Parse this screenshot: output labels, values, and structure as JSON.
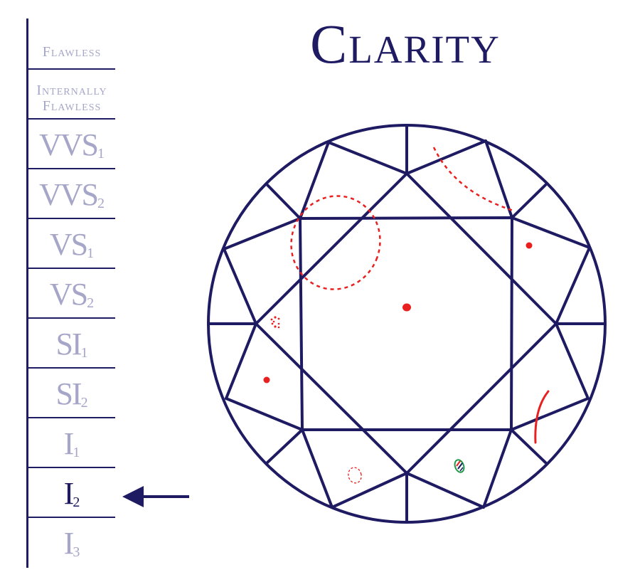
{
  "title": "Clarity",
  "scale": {
    "grades": [
      {
        "label": "Flawless",
        "subscript": "",
        "style": "small",
        "active": false
      },
      {
        "label": "Internally Flawless",
        "subscript": "",
        "style": "small",
        "active": false
      },
      {
        "label": "VVS",
        "subscript": "1",
        "style": "big",
        "active": false
      },
      {
        "label": "VVS",
        "subscript": "2",
        "style": "big",
        "active": false
      },
      {
        "label": "VS",
        "subscript": "1",
        "style": "big",
        "active": false
      },
      {
        "label": "VS",
        "subscript": "2",
        "style": "big",
        "active": false
      },
      {
        "label": "SI",
        "subscript": "1",
        "style": "big",
        "active": false
      },
      {
        "label": "SI",
        "subscript": "2",
        "style": "big",
        "active": false
      },
      {
        "label": "I",
        "subscript": "1",
        "style": "big",
        "active": false
      },
      {
        "label": "I",
        "subscript": "2",
        "style": "big",
        "active": true
      },
      {
        "label": "I",
        "subscript": "3",
        "style": "big",
        "active": false
      }
    ],
    "selected_grade": "I2",
    "pointer_icon": "left-arrow-icon"
  },
  "diagram": {
    "subject": "round brilliant diamond top view",
    "inclusions": [
      {
        "type": "cloud",
        "style": "dashed-outline",
        "location": "upper-left"
      },
      {
        "type": "feather",
        "style": "dashed-arc",
        "location": "upper-right"
      },
      {
        "type": "pinpoint",
        "style": "dot",
        "location": "center"
      },
      {
        "type": "pinpoint",
        "style": "dot",
        "location": "right-upper"
      },
      {
        "type": "pinpoint",
        "style": "dot",
        "location": "left-lower"
      },
      {
        "type": "pinpoint-cluster",
        "style": "dotted",
        "location": "left"
      },
      {
        "type": "crystal",
        "style": "dashed-outline",
        "location": "bottom-left"
      },
      {
        "type": "indented-natural",
        "style": "green-outline-striped",
        "location": "bottom-right"
      },
      {
        "type": "scratch",
        "style": "solid-arc",
        "location": "right-lower"
      }
    ]
  },
  "colors": {
    "navy": "#1f1b63",
    "grade_muted": "#a6a6c9",
    "inclusion_red": "#e8201f",
    "inclusion_green": "#1f9a4a",
    "background": "#ffffff"
  }
}
